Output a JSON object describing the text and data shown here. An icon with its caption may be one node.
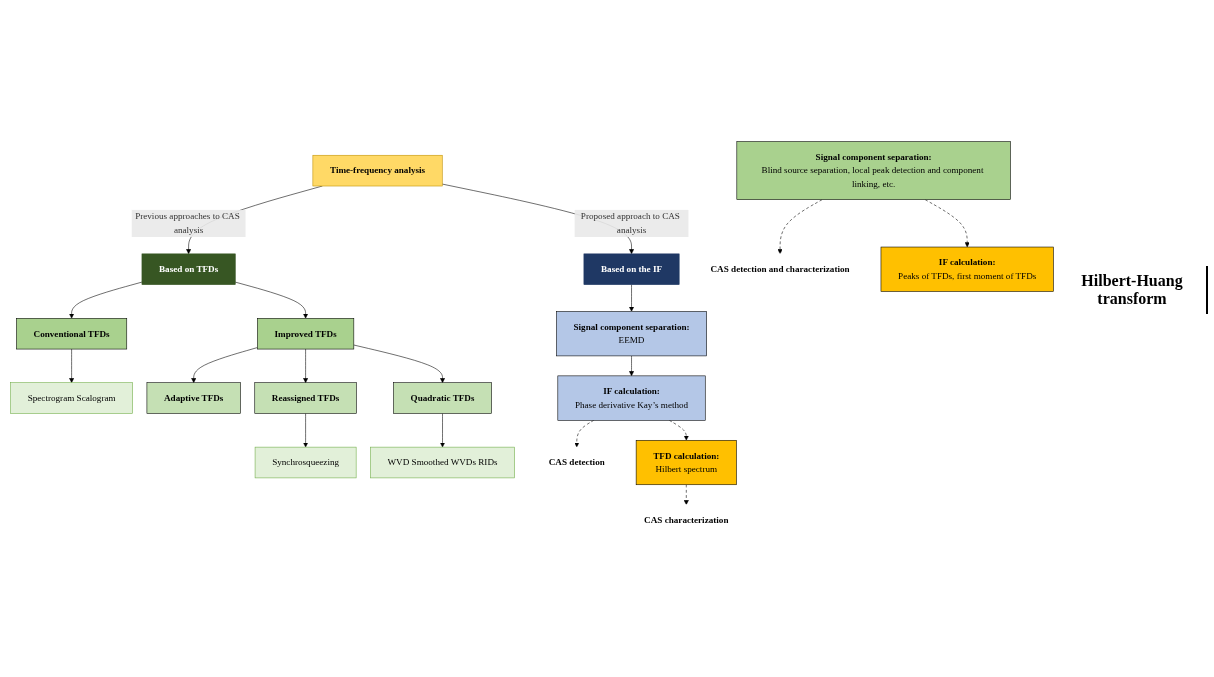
{
  "diagram": {
    "nodes": [
      {
        "text": [
          "Time-frequency analysis"
        ]
      },
      {
        "text": [
          "Based on TFDs"
        ]
      },
      {
        "text": [
          "Conventional TFDs"
        ]
      },
      {
        "text": [
          "Spectrogram Scalogram"
        ]
      },
      {
        "text": [
          "Improved TFDs"
        ]
      },
      {
        "text": [
          "Adaptive TFDs"
        ]
      },
      {
        "text": [
          "Reassigned TFDs"
        ]
      },
      {
        "text": [
          "Synchrosqueezing"
        ]
      },
      {
        "text": [
          "Quadratic TFDs"
        ]
      },
      {
        "text": [
          "WVD Smoothed WVDs RIDs"
        ]
      },
      {
        "text": [
          "Signal component separation:",
          "Blind source separation, local peak detection and component linking, etc."
        ]
      },
      {
        "text": [
          "CAS detection and characterization"
        ]
      },
      {
        "text": [
          "IF calculation:",
          "Peaks of TFDs, first moment of TFDs"
        ]
      },
      {
        "text": [
          "Based on the IF"
        ]
      },
      {
        "text": [
          "Signal component separation:",
          "EEMD"
        ]
      },
      {
        "text": [
          "IF calculation:",
          "Phase derivative Kay’s method"
        ]
      },
      {
        "text": [
          "CAS detection"
        ]
      },
      {
        "text": [
          "TFD calculation:",
          "Hilbert spectrum"
        ]
      },
      {
        "text": [
          "CAS characterization"
        ]
      }
    ],
    "edges": [
      {
        "from": 0,
        "to": 1,
        "arrow": "to",
        "label": "Previous approaches to CAS analysis"
      },
      {
        "from": 0,
        "to": 13,
        "arrow": "to",
        "label": "Proposed approach to CAS analysis"
      },
      {
        "from": 1,
        "to": 2,
        "arrow": "to"
      },
      {
        "from": 1,
        "to": 4,
        "arrow": "to"
      },
      {
        "from": 2,
        "to": 3,
        "arrow": "to"
      },
      {
        "from": 4,
        "to": 5,
        "arrow": "to"
      },
      {
        "from": 4,
        "to": 6,
        "arrow": "to"
      },
      {
        "from": 4,
        "to": 8,
        "arrow": "to"
      },
      {
        "from": 6,
        "to": 7,
        "arrow": "to"
      },
      {
        "from": 8,
        "to": 9,
        "arrow": "to"
      },
      {
        "from": 10,
        "to": 11,
        "arrow": "to",
        "style": "dashed"
      },
      {
        "from": 10,
        "to": 12,
        "arrow": "to",
        "style": "dashed"
      },
      {
        "from": 13,
        "to": 14,
        "arrow": "to"
      },
      {
        "from": 14,
        "to": 15,
        "arrow": "to"
      },
      {
        "from": 15,
        "to": 16,
        "arrow": "to",
        "style": "dashed"
      },
      {
        "from": 15,
        "to": 17,
        "arrow": "to",
        "style": "dashed"
      },
      {
        "from": 17,
        "to": 18,
        "arrow": "to",
        "style": "dashed"
      }
    ],
    "labels": [
      "Hilbert-Huang transform"
    ]
  }
}
